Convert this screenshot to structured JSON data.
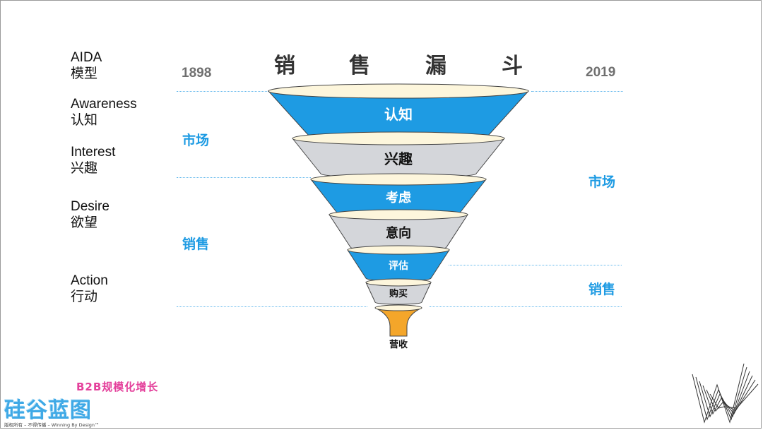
{
  "title_chars": [
    "销",
    "售",
    "漏",
    "斗"
  ],
  "year_start": "1898",
  "year_end": "2019",
  "aida": [
    {
      "en": "AIDA",
      "cn": "模型"
    },
    {
      "en": "Awareness",
      "cn": "认知"
    },
    {
      "en": "Interest",
      "cn": "兴趣"
    },
    {
      "en": "Desire",
      "cn": "欲望"
    },
    {
      "en": "Action",
      "cn": "行动"
    }
  ],
  "left_labels": {
    "market": "市场",
    "sales": "销售"
  },
  "right_labels": {
    "market": "市场",
    "sales": "销售"
  },
  "funnel_stages": [
    "认知",
    "兴趣",
    "考虑",
    "意向",
    "评估",
    "购买",
    "营收"
  ],
  "colors": {
    "blue_stage": "#1e9be3",
    "gray_stage": "#d4d6da",
    "revenue": "#f4a62a",
    "accent_label": "#1e9be3",
    "brand_pink": "#e4409b"
  },
  "logo": {
    "name": "硅谷蓝图",
    "tagline": "B2B规模化增长"
  },
  "copyright": "版权所有 – 不得传播 – Winning By Design™"
}
